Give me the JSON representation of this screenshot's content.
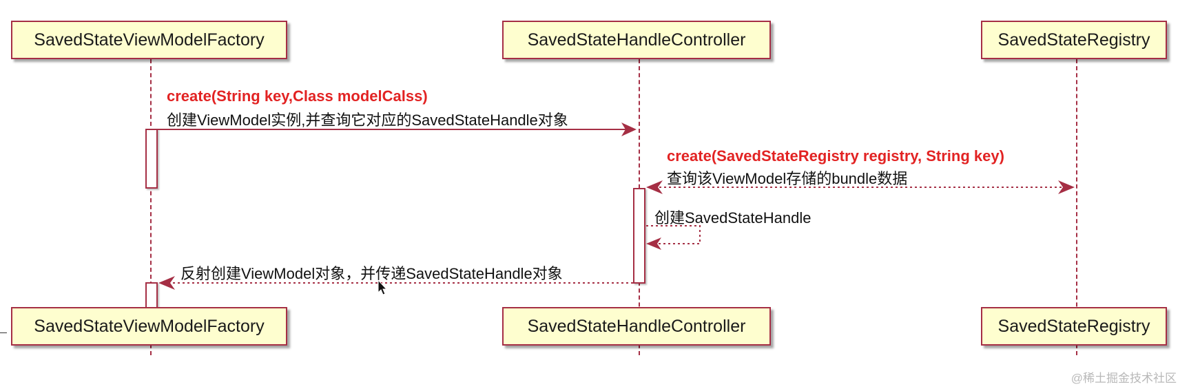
{
  "participants": {
    "factory": "SavedStateViewModelFactory",
    "controller": "SavedStateHandleController",
    "registry": "SavedStateRegistry"
  },
  "messages": [
    {
      "method": "create(String key,Class modelCalss)",
      "description": "创建ViewModel实例,并查询它对应的SavedStateHandle对象"
    },
    {
      "method": "create(SavedStateRegistry registry, String key)",
      "description": "查询该ViewModel存储的bundle数据"
    },
    {
      "method": "",
      "description": "创建SavedStateHandle"
    },
    {
      "method": "",
      "description": "反射创建ViewModel对象，并传递SavedStateHandle对象"
    }
  ],
  "watermark": "@稀土掘金技术社区",
  "colors": {
    "line": "#a52e44",
    "box_fill": "#fefecf",
    "method_text": "#e22323"
  }
}
